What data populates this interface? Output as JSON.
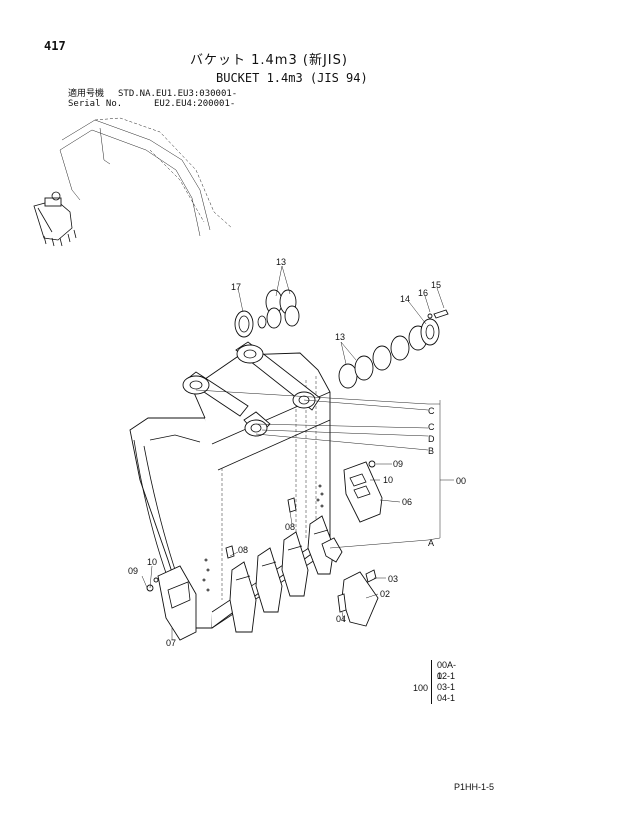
{
  "header": {
    "page_number": "417",
    "title_jp": "バケット 1.4m3 (新JIS)",
    "title_en": "BUCKET 1.4m3 (JIS 94)"
  },
  "applicability": {
    "label_jp": "適用号機",
    "label_en": "Serial No.",
    "line1": "STD.NA.EU1.EU3:030001-",
    "line2": "EU2.EU4:200001-"
  },
  "callouts": {
    "p13_top": "13",
    "p17": "17",
    "p14": "14",
    "p16": "16",
    "p15": "15",
    "p13_mid": "13",
    "c1": "C",
    "c2": "C",
    "d": "D",
    "b": "B",
    "p09_right": "09",
    "p10_right": "10",
    "p06": "06",
    "p00": "00",
    "p08_mid": "08",
    "p08_left": "08",
    "a": "A",
    "p03": "03",
    "p02": "02",
    "p04": "04",
    "p10_left": "10",
    "p09_left": "09",
    "p07": "07"
  },
  "kit": {
    "quantity": "100",
    "items": [
      "00A-1",
      "02-1",
      "03-1",
      "04-1"
    ]
  },
  "footer": {
    "code": "P1HH-1-5"
  }
}
